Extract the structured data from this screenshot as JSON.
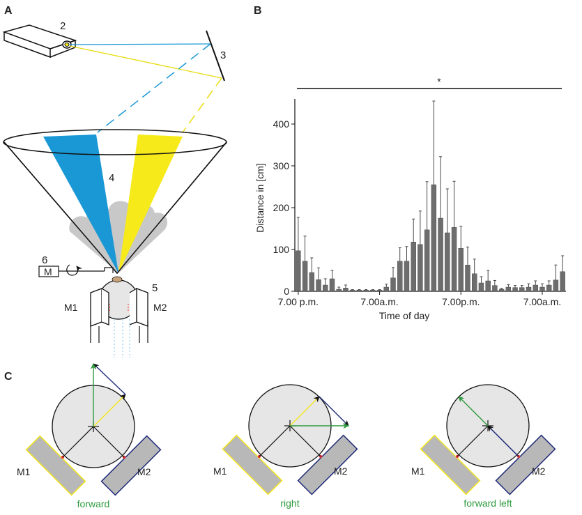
{
  "panels": {
    "a": "A",
    "b": "B",
    "c": "C"
  },
  "setup": {
    "labels": {
      "projector": "2",
      "mirror": "3",
      "cone": "4",
      "ball": "5",
      "motor_num": "6",
      "motor_glyph": "M",
      "m1": "M1",
      "m2": "M2"
    },
    "colors": {
      "blue": "#1a98d5",
      "yellow": "#f7ea1b",
      "cloud": "#c8c8c8"
    }
  },
  "chart_data": {
    "type": "bar",
    "xlabel": "Time of day",
    "ylabel": "Distance in [cm]",
    "xtick_labels": [
      "7.00 p.m.",
      "7.00a.m.",
      "7.00p.m.",
      "7.00a.m."
    ],
    "xtick_index": [
      0,
      12,
      24,
      36
    ],
    "yticks": [
      0,
      100,
      200,
      300,
      400
    ],
    "ylim": [
      0,
      460
    ],
    "significance": "*",
    "bar_color": "#6d6d6d",
    "values": [
      97,
      72,
      45,
      28,
      15,
      30,
      5,
      8,
      3,
      3,
      3,
      3,
      3,
      10,
      32,
      72,
      72,
      118,
      112,
      147,
      255,
      175,
      140,
      153,
      103,
      63,
      42,
      20,
      25,
      14,
      5,
      10,
      9,
      9,
      10,
      15,
      10,
      15,
      27,
      47
    ],
    "errors": [
      80,
      60,
      35,
      28,
      15,
      20,
      5,
      7,
      1,
      1,
      1,
      1,
      1,
      7,
      25,
      32,
      35,
      55,
      80,
      115,
      200,
      147,
      105,
      110,
      53,
      43,
      35,
      15,
      25,
      12,
      2,
      6,
      5,
      5,
      8,
      10,
      8,
      10,
      36,
      38
    ]
  },
  "diagrams": [
    {
      "caption": "forward",
      "m1": "M1",
      "m2": "M2",
      "colors": {
        "green": "#2e9a3e",
        "yellow": "#f5e61a",
        "navy": "#1f2a7a",
        "ball": "#e6e6e6",
        "motor": "#b8b8b8"
      }
    },
    {
      "caption": "right",
      "m1": "M1",
      "m2": "M2"
    },
    {
      "caption": "forward left",
      "m1": "M1",
      "m2": "M2"
    }
  ]
}
